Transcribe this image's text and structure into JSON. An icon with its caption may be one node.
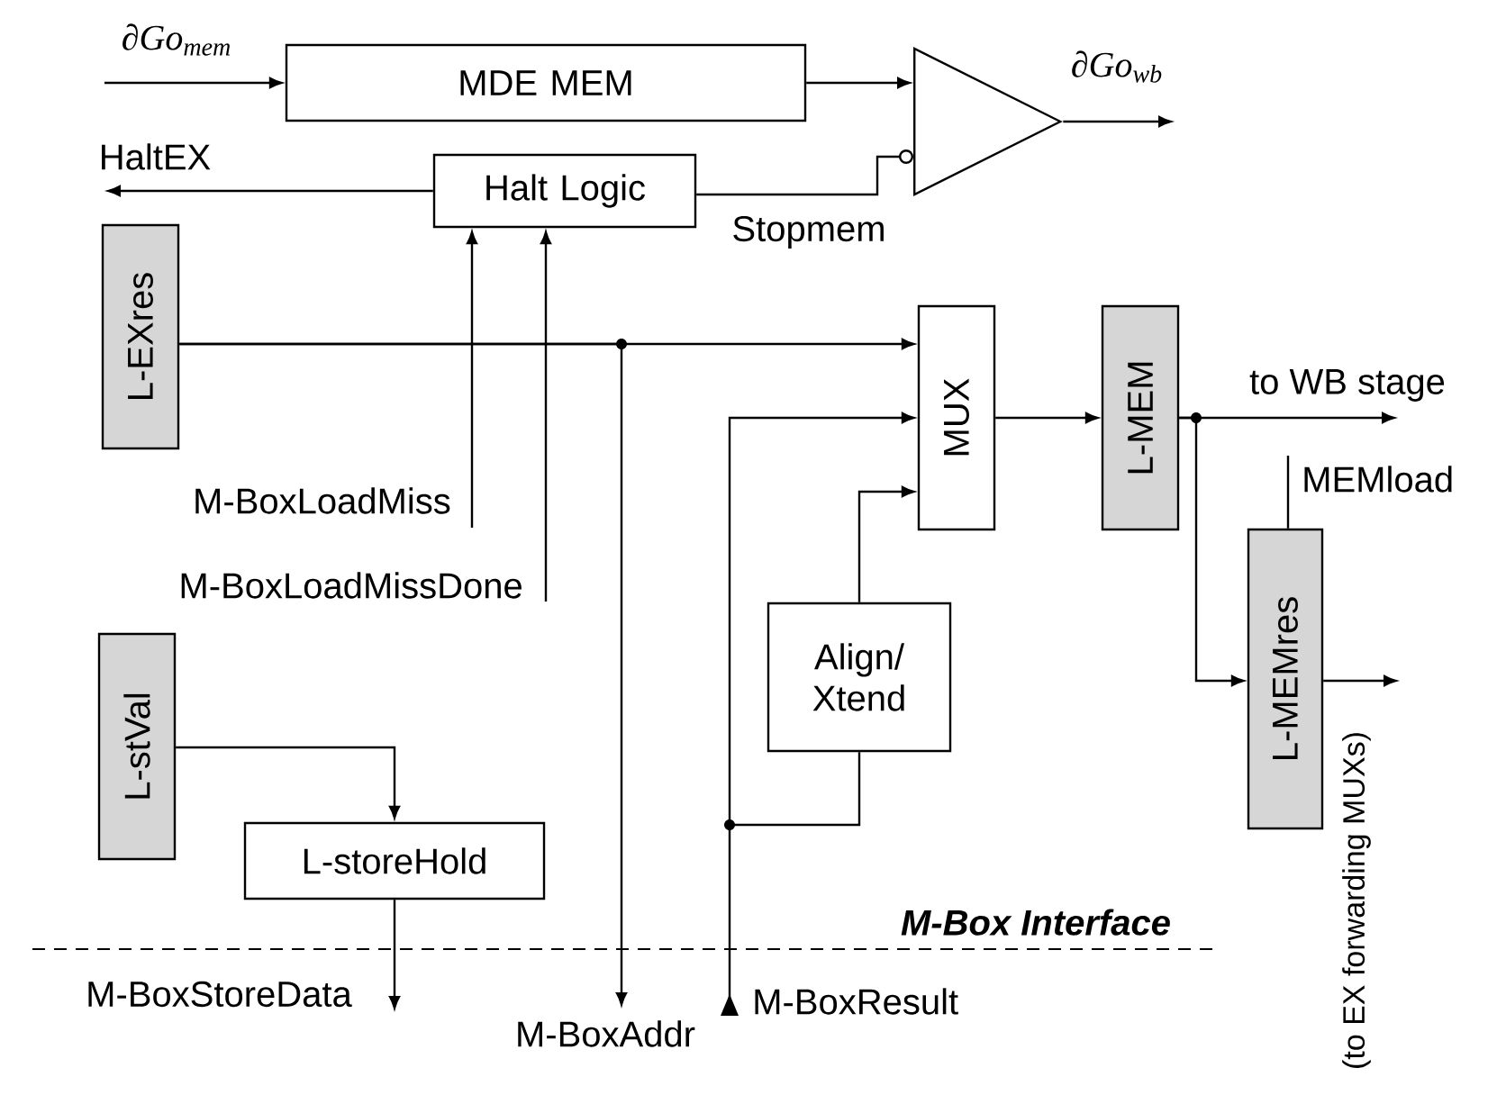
{
  "diagram": {
    "nodes": [
      {
        "text": [
          "MDE MEM"
        ]
      },
      {
        "text": [],
        "shape": "triangle"
      },
      {
        "text": [
          "Halt Logic"
        ]
      },
      {
        "text": [
          "L-EXres"
        ]
      },
      {
        "text": [
          "MUX"
        ]
      },
      {
        "text": [
          "L-MEM"
        ]
      },
      {
        "text": [
          "Align/ Xtend"
        ]
      },
      {
        "text": [
          "L-MEMres"
        ]
      },
      {
        "text": [
          "L-stVal"
        ]
      },
      {
        "text": [
          "L-storeHold"
        ]
      }
    ],
    "edges": [
      {
        "from": null,
        "to": 0,
        "arrow": "to",
        "label": "∂Go$_{mem}$"
      },
      {
        "from": 0,
        "to": 1,
        "arrow": "to"
      },
      {
        "from": 1,
        "to": null,
        "arrow": "to",
        "label": "∂Go$_{wb}$"
      },
      {
        "from": 2,
        "to": 1,
        "arrow": "other",
        "label": "Stopmem"
      },
      {
        "from": 2,
        "to": null,
        "arrow": "to",
        "label": "HaltEX"
      },
      {
        "from": null,
        "to": 2,
        "arrow": "to",
        "label": "M-BoxLoadMiss"
      },
      {
        "from": null,
        "to": 2,
        "arrow": "to",
        "label": "M-BoxLoadMissDone"
      },
      {
        "from": 3,
        "to": 4,
        "arrow": "to"
      },
      {
        "from": 3,
        "to": null,
        "arrow": "to",
        "label": "M-BoxAddr"
      },
      {
        "from": null,
        "to": 4,
        "arrow": "to",
        "label": "M-BoxResult"
      },
      {
        "from": null,
        "to": 6,
        "arrow": "none"
      },
      {
        "from": 6,
        "to": 4,
        "arrow": "to"
      },
      {
        "from": 4,
        "to": 5,
        "arrow": "to"
      },
      {
        "from": 5,
        "to": null,
        "arrow": "to",
        "label": "to WB stage"
      },
      {
        "from": 5,
        "to": 7,
        "arrow": "to"
      },
      {
        "from": null,
        "to": 7,
        "arrow": "none",
        "label": "MEMload"
      },
      {
        "from": 7,
        "to": null,
        "arrow": "to",
        "label": "(to EX forwarding MUXs)"
      },
      {
        "from": 8,
        "to": 9,
        "arrow": "to"
      },
      {
        "from": 9,
        "to": null,
        "arrow": "to",
        "label": "M-BoxStoreData"
      }
    ],
    "labels": [
      "M-Box Interface"
    ]
  }
}
